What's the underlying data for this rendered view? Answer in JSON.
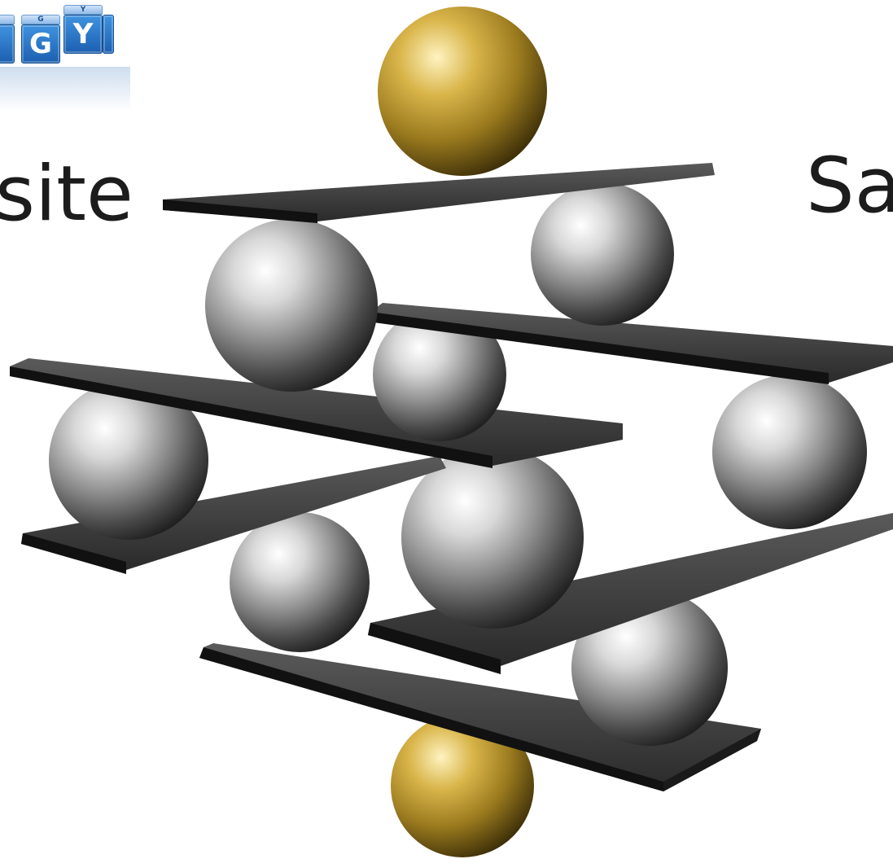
{
  "slide": {
    "left_text": "site",
    "right_text": "Sa"
  },
  "logo": {
    "letters": [
      "G",
      "Y"
    ],
    "top_letters": [
      "G",
      "Y"
    ],
    "color": "#2a78cf"
  },
  "image": {
    "subject": "balanced-spheres-and-plates",
    "sphere_colors": {
      "gold": "#c9a437",
      "silver": "#9a9a9a"
    },
    "plate_color": "#2b2b2b"
  }
}
